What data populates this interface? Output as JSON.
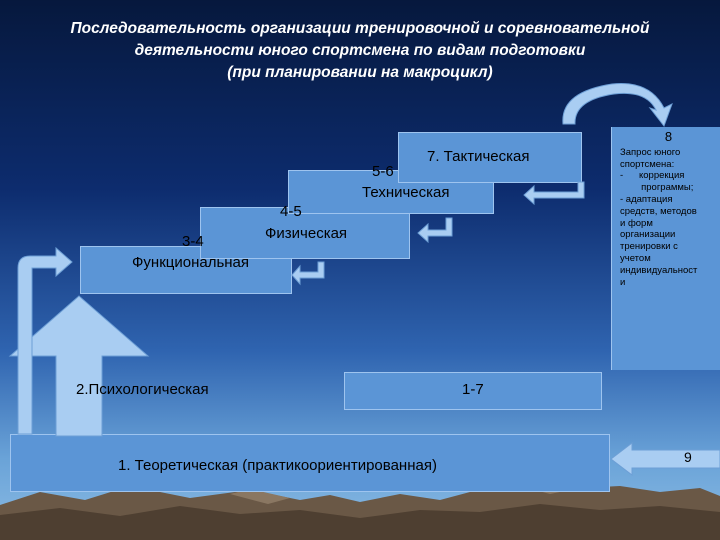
{
  "title": {
    "line1": "Последовательность организации тренировочной и соревновательной",
    "line2": "деятельности юного спортсмена по видам подготовки",
    "line3": "(при планировании на макроцикл)"
  },
  "steps": {
    "functional_num": "3-4",
    "functional": "Функциональная",
    "physical_num": "4-5",
    "physical": "Физическая",
    "technical_num": "5-6",
    "technical": "Техническая",
    "tactical": "7. Тактическая"
  },
  "psychological": "2.Психологическая",
  "psych_range": "1-7",
  "theoretical": "1. Теоретическая (практикоориентированная)",
  "side_box": {
    "number": "8",
    "text": "Запрос юного\nспортсмена:\n-      коррекция\n        программы;\n- адаптация\nсредств, методов\nи форм\nорганизации\nтренировки с\nучетом\nиндивидуальност\nи"
  },
  "feedback_number": "9",
  "colors": {
    "box_fill": "#5b95d6",
    "box_border": "#9ec4ef",
    "arrow_fill": "#a9cdf2",
    "title_text": "#ffffff"
  }
}
